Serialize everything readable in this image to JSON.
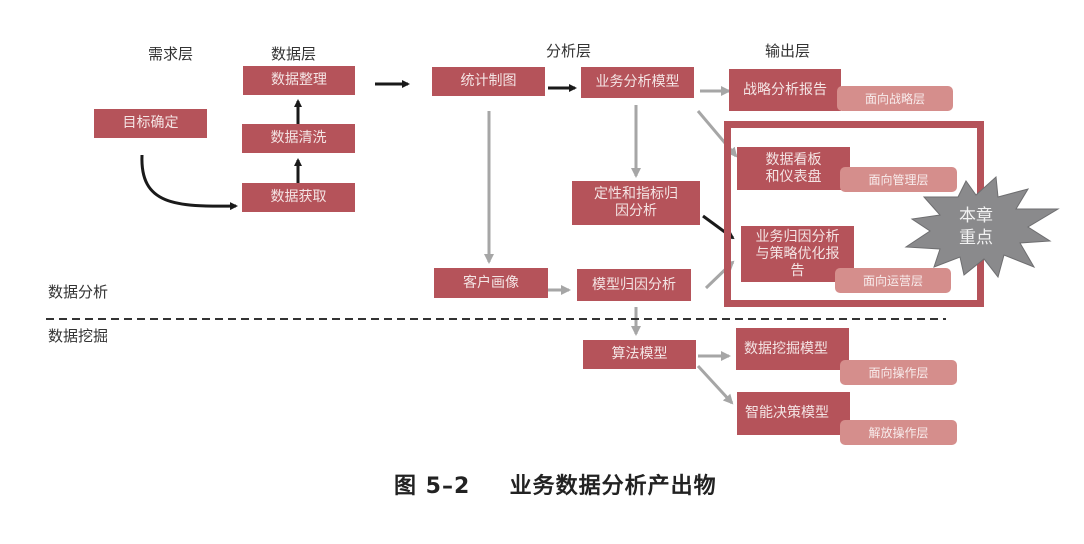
{
  "colors": {
    "box_fill": "#b5535a",
    "tag_fill": "#d58e8c",
    "arrow_dark": "#1a1a1a",
    "arrow_gray": "#a6a6a6",
    "burst_fill": "#8a8a8c"
  },
  "layers": {
    "demand": "需求层",
    "data": "数据层",
    "analysis": "分析层",
    "output": "输出层"
  },
  "sections": {
    "data_analysis": "数据分析",
    "data_mining": "数据挖掘"
  },
  "nodes": {
    "goal": "目标确定",
    "data_organize": "数据整理",
    "data_clean": "数据清洗",
    "data_acquire": "数据获取",
    "stat_charts": "统计制图",
    "biz_model": "业务分析模型",
    "qual_attribution": [
      "定性和指标归",
      "因分析"
    ],
    "customer_profile": "客户画像",
    "model_attribution": "模型归因分析",
    "strategy_report": "战略分析报告",
    "dashboard": [
      "数据看板",
      "和仪表盘"
    ],
    "biz_attribution_report": [
      "业务归因分析",
      "与策略优化报",
      "告"
    ],
    "algorithm_model": "算法模型",
    "mining_model": "数据挖掘模型",
    "decision_model": "智能决策模型"
  },
  "tags": {
    "strategy": "面向战略层",
    "management": "面向管理层",
    "operations": "面向运营层",
    "operation_facing": "面向操作层",
    "operation_freeing": "解放操作层"
  },
  "highlight": {
    "label": [
      "本章",
      "重点"
    ]
  },
  "caption": {
    "figure_no": "图 5–2",
    "title": "业务数据分析产出物"
  }
}
